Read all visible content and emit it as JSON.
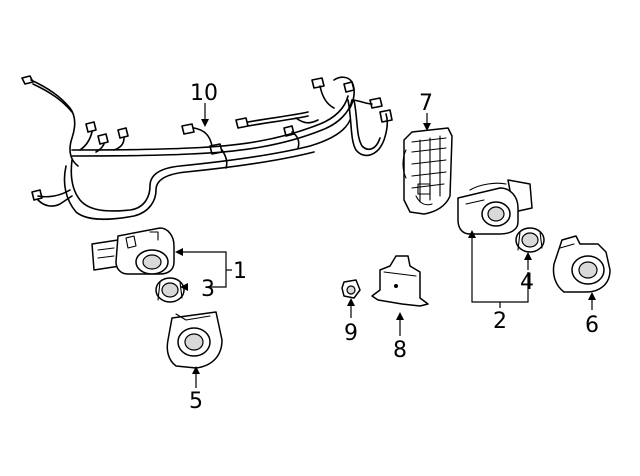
{
  "callouts": {
    "c1": "1",
    "c2": "2",
    "c3": "3",
    "c4": "4",
    "c5": "5",
    "c6": "6",
    "c7": "7",
    "c8": "8",
    "c9": "9",
    "c10": "10"
  },
  "parts": [
    {
      "id": "wiring-harness",
      "callout": "10"
    },
    {
      "id": "sensor-bracket-left",
      "callout": "7"
    },
    {
      "id": "parking-sensor-left",
      "callout": "1"
    },
    {
      "id": "sensor-retainer-left",
      "callout": "3"
    },
    {
      "id": "sensor-holder-left",
      "callout": "5"
    },
    {
      "id": "clip",
      "callout": "9"
    },
    {
      "id": "mounting-bracket",
      "callout": "8"
    },
    {
      "id": "parking-sensor-right",
      "callout": "2"
    },
    {
      "id": "sensor-retainer-right",
      "callout": "4"
    },
    {
      "id": "sensor-holder-right",
      "callout": "6"
    }
  ],
  "colors": {
    "line": "#000000",
    "background": "#ffffff"
  }
}
